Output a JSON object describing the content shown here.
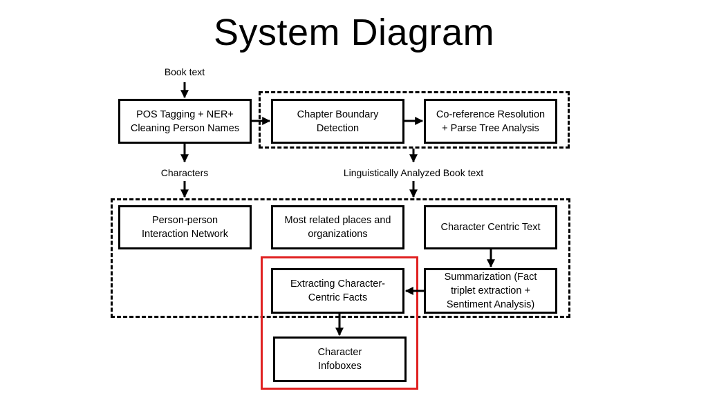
{
  "title": "System Diagram",
  "labels": {
    "book_text": "Book text",
    "characters": "Characters",
    "linguistic": "Linguistically Analyzed Book text"
  },
  "boxes": {
    "pos_tagging": "POS Tagging + NER+\nCleaning Person Names",
    "chapter_boundary": "Chapter Boundary\nDetection",
    "coreference": "Co-reference Resolution\n+ Parse Tree Analysis",
    "interaction_network": "Person-person\nInteraction Network",
    "places_orgs": "Most related places and\norganizations",
    "character_centric": "Character Centric Text",
    "summarization": "Summarization (Fact\ntriplet extraction +\nSentiment Analysis)",
    "extracting_facts": "Extracting Character-\nCentric Facts",
    "infoboxes": "Character\nInfoboxes"
  },
  "colors": {
    "highlight": "#e02020",
    "line": "#000000"
  }
}
